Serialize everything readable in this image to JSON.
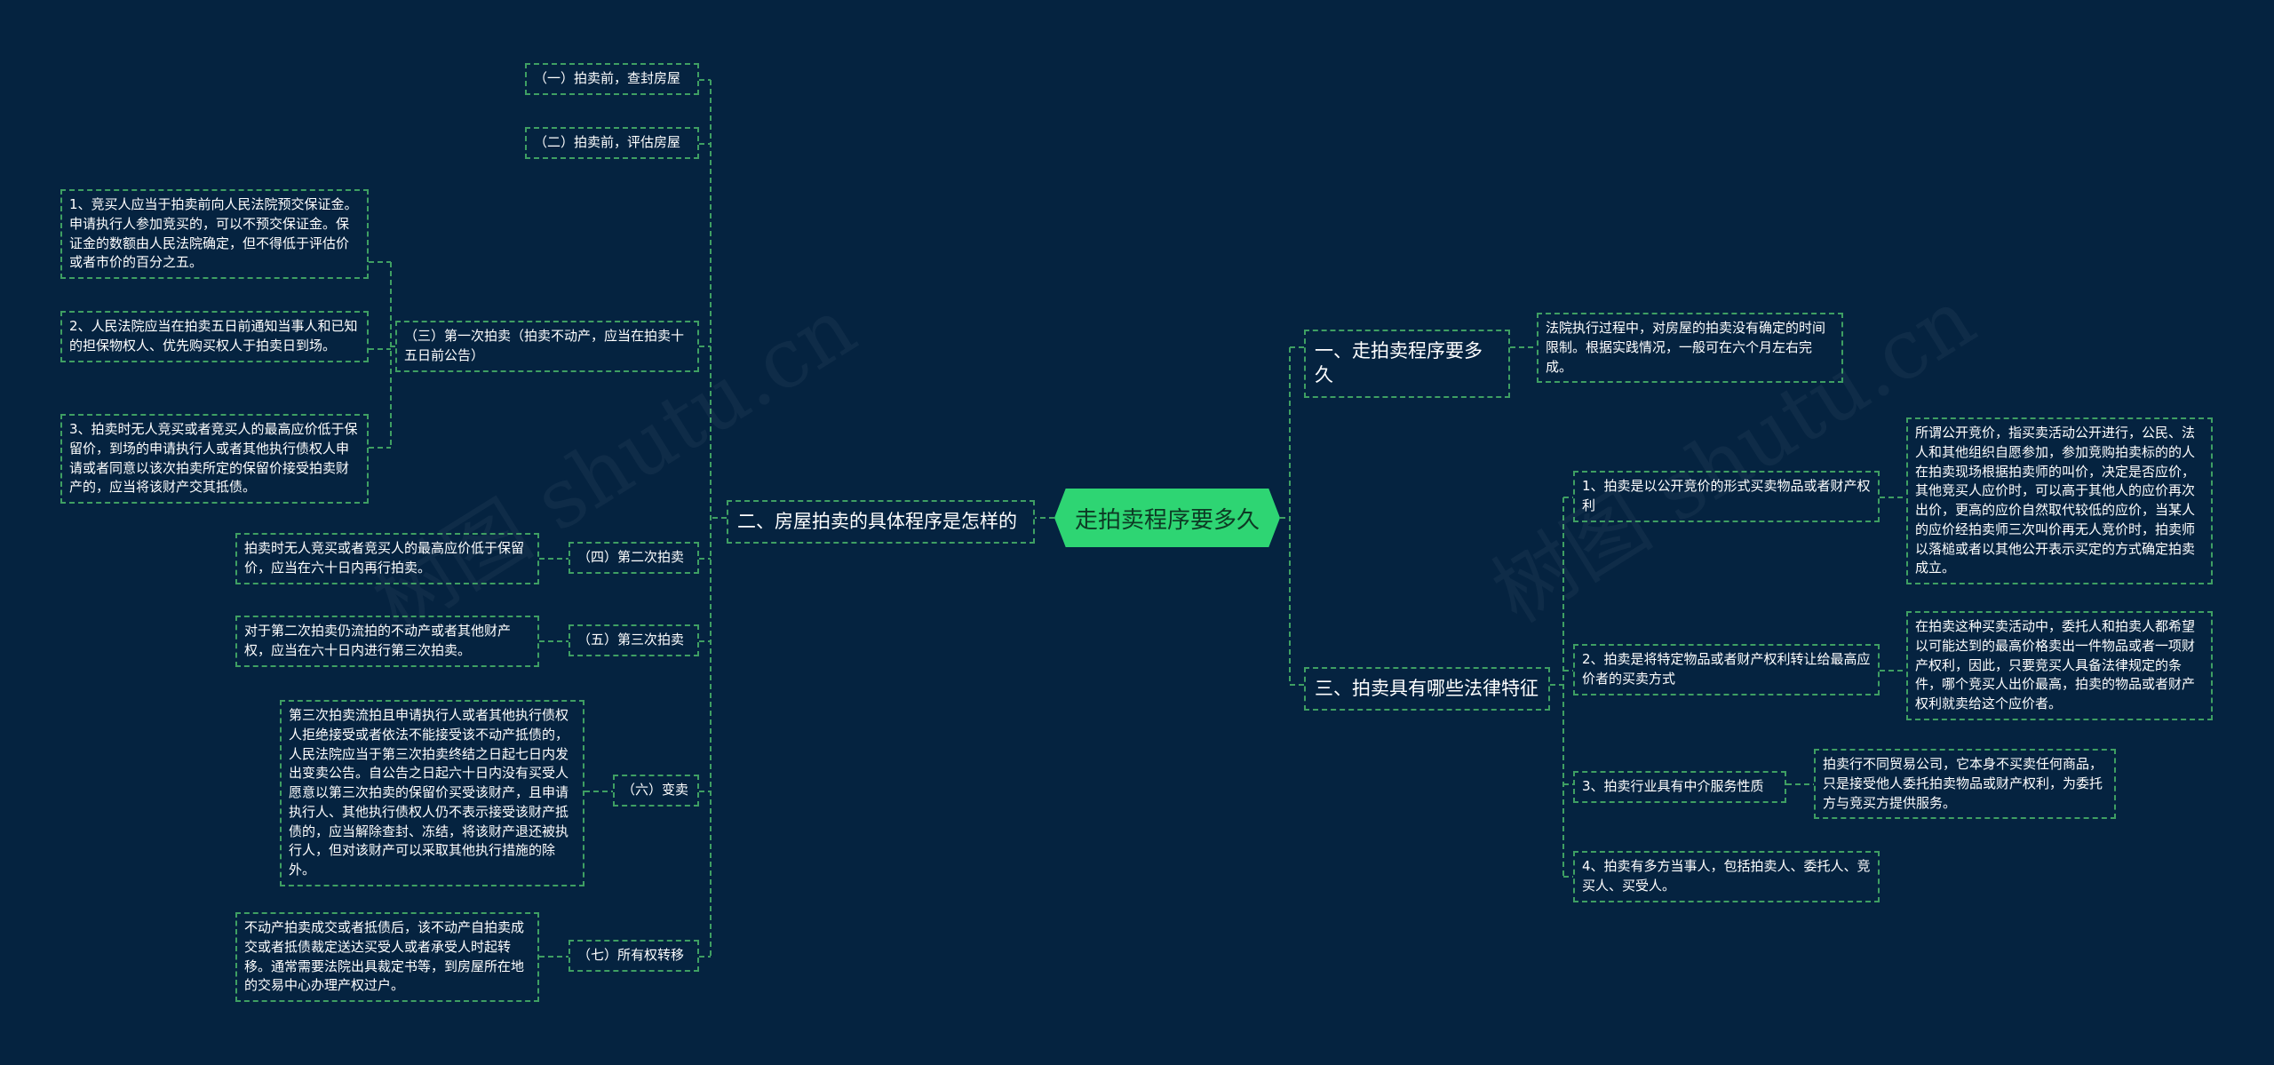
{
  "watermark": [
    "树图 shutu.cn",
    "树图 shutu.cn"
  ],
  "root": "走拍卖程序要多久",
  "left": {
    "section": "二、房屋拍卖的具体程序是怎样的",
    "items": [
      "（一）拍卖前，查封房屋",
      "（二）拍卖前，评估房屋",
      "（三）第一次拍卖（拍卖不动产，应当在拍卖十五日前公告）",
      "（四）第二次拍卖",
      "（五）第三次拍卖",
      "（六）变卖",
      "（七）所有权转移"
    ],
    "details": {
      "first_1": "1、竞买人应当于拍卖前向人民法院预交保证金。申请执行人参加竞买的，可以不预交保证金。保证金的数额由人民法院确定，但不得低于评估价或者市价的百分之五。",
      "first_2": "2、人民法院应当在拍卖五日前通知当事人和已知的担保物权人、优先购买权人于拍卖日到场。",
      "first_3": "3、拍卖时无人竞买或者竞买人的最高应价低于保留价，到场的申请执行人或者其他执行债权人申请或者同意以该次拍卖所定的保留价接受拍卖财产的，应当将该财产交其抵债。",
      "second": "拍卖时无人竞买或者竞买人的最高应价低于保留价，应当在六十日内再行拍卖。",
      "third": "对于第二次拍卖仍流拍的不动产或者其他财产权，应当在六十日内进行第三次拍卖。",
      "sale": "第三次拍卖流拍且申请执行人或者其他执行债权人拒绝接受或者依法不能接受该不动产抵债的，人民法院应当于第三次拍卖终结之日起七日内发出变卖公告。自公告之日起六十日内没有买受人愿意以第三次拍卖的保留价买受该财产，且申请执行人、其他执行债权人仍不表示接受该财产抵债的，应当解除查封、冻结，将该财产退还被执行人，但对该财产可以采取其他执行措施的除外。",
      "transfer": "不动产拍卖成交或者抵债后，该不动产自拍卖成交或者抵债裁定送达买受人或者承受人时起转移。通常需要法院出具裁定书等，到房屋所在地的交易中心办理产权过户。"
    }
  },
  "right": {
    "section1": "一、走拍卖程序要多久",
    "section1_detail": "法院执行过程中，对房屋的拍卖没有确定的时间限制。根据实践情况，一般可在六个月左右完成。",
    "section3": "三、拍卖具有哪些法律特征",
    "features": [
      "1、拍卖是以公开竞价的形式买卖物品或者财产权利",
      "2、拍卖是将特定物品或者财产权利转让给最高应价者的买卖方式",
      "3、拍卖行业具有中介服务性质",
      "4、拍卖有多方当事人，包括拍卖人、委托人、竞买人、买受人。"
    ],
    "feature_details": [
      "所谓公开竞价，指买卖活动公开进行，公民、法人和其他组织自愿参加，参加竞购拍卖标的的人在拍卖现场根据拍卖师的叫价，决定是否应价，其他竞买人应价时，可以高于其他人的应价再次出价，更高的应价自然取代较低的应价，当某人的应价经拍卖师三次叫价再无人竞价时，拍卖师以落槌或者以其他公开表示买定的方式确定拍卖成立。",
      "在拍卖这种买卖活动中，委托人和拍卖人都希望以可能达到的最高价格卖出一件物品或者一项财产权利，因此，只要竞买人具备法律规定的条件，哪个竞买人出价最高，拍卖的物品或者财产权利就卖给这个应价者。",
      "拍卖行不同贸易公司，它本身不买卖任何商品，只是接受他人委托拍卖物品或财产权利，为委托方与竞买方提供服务。"
    ]
  },
  "colors": {
    "background": "#052340",
    "line": "#3f9f63",
    "root_fill": "#2ed573",
    "text": "#ffffff"
  }
}
